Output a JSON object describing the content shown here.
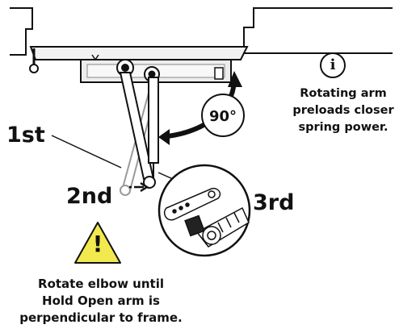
{
  "steps": {
    "first": "1st",
    "second": "2nd",
    "third": "3rd"
  },
  "angle_label": "90°",
  "info": {
    "icon": "info-icon",
    "glyph": "i",
    "lines": [
      "Rotating arm",
      "preloads closer",
      "spring power."
    ]
  },
  "warning": {
    "icon": "warning-triangle-icon",
    "glyph": "!",
    "lines": [
      "Rotate elbow until",
      "Hold Open arm is",
      "perpendicular to frame."
    ]
  },
  "colors": {
    "line": "#111111",
    "ghost": "#9a9a9a",
    "warning_fill": "#f2e94e",
    "frame_fill": "#f2f2f2"
  }
}
